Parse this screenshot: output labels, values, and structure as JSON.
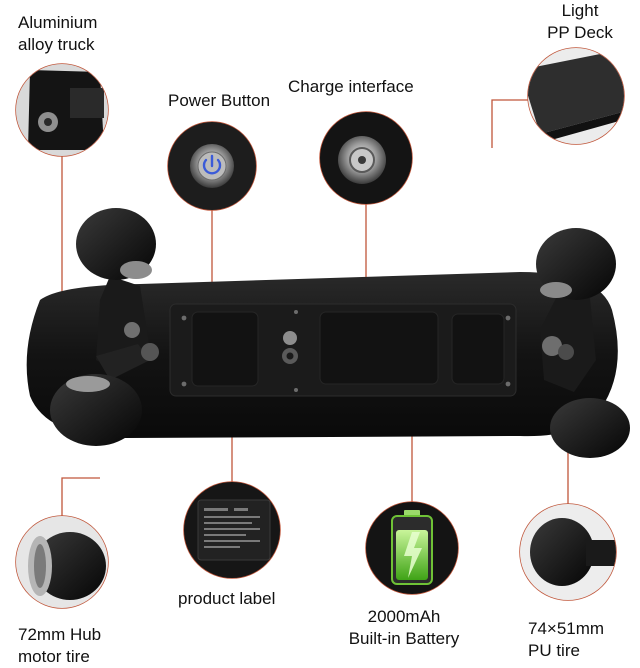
{
  "labels": {
    "aluminium_truck": {
      "line1": "Aluminium",
      "line2": "alloy truck"
    },
    "light_deck": {
      "line1": "Light",
      "line2": "PP Deck"
    },
    "power_button": "Power Button",
    "charge_interface": "Charge interface",
    "product_label": "product label",
    "battery": {
      "line1": "2000mAh",
      "line2": "Built-in Battery"
    },
    "hub_motor": {
      "line1": "72mm Hub",
      "line2": "motor tire"
    },
    "pu_tire": {
      "line1": "74×51mm",
      "line2": "PU tire"
    }
  },
  "colors": {
    "callout_line": "#c0563a",
    "deck": "#141414",
    "wheel": "#0d0d0d",
    "battery_fill": "#7bd23a",
    "background": "#ffffff"
  },
  "icons": {
    "power": "power-button-icon",
    "charge": "charge-port-icon",
    "battery": "battery-icon"
  }
}
